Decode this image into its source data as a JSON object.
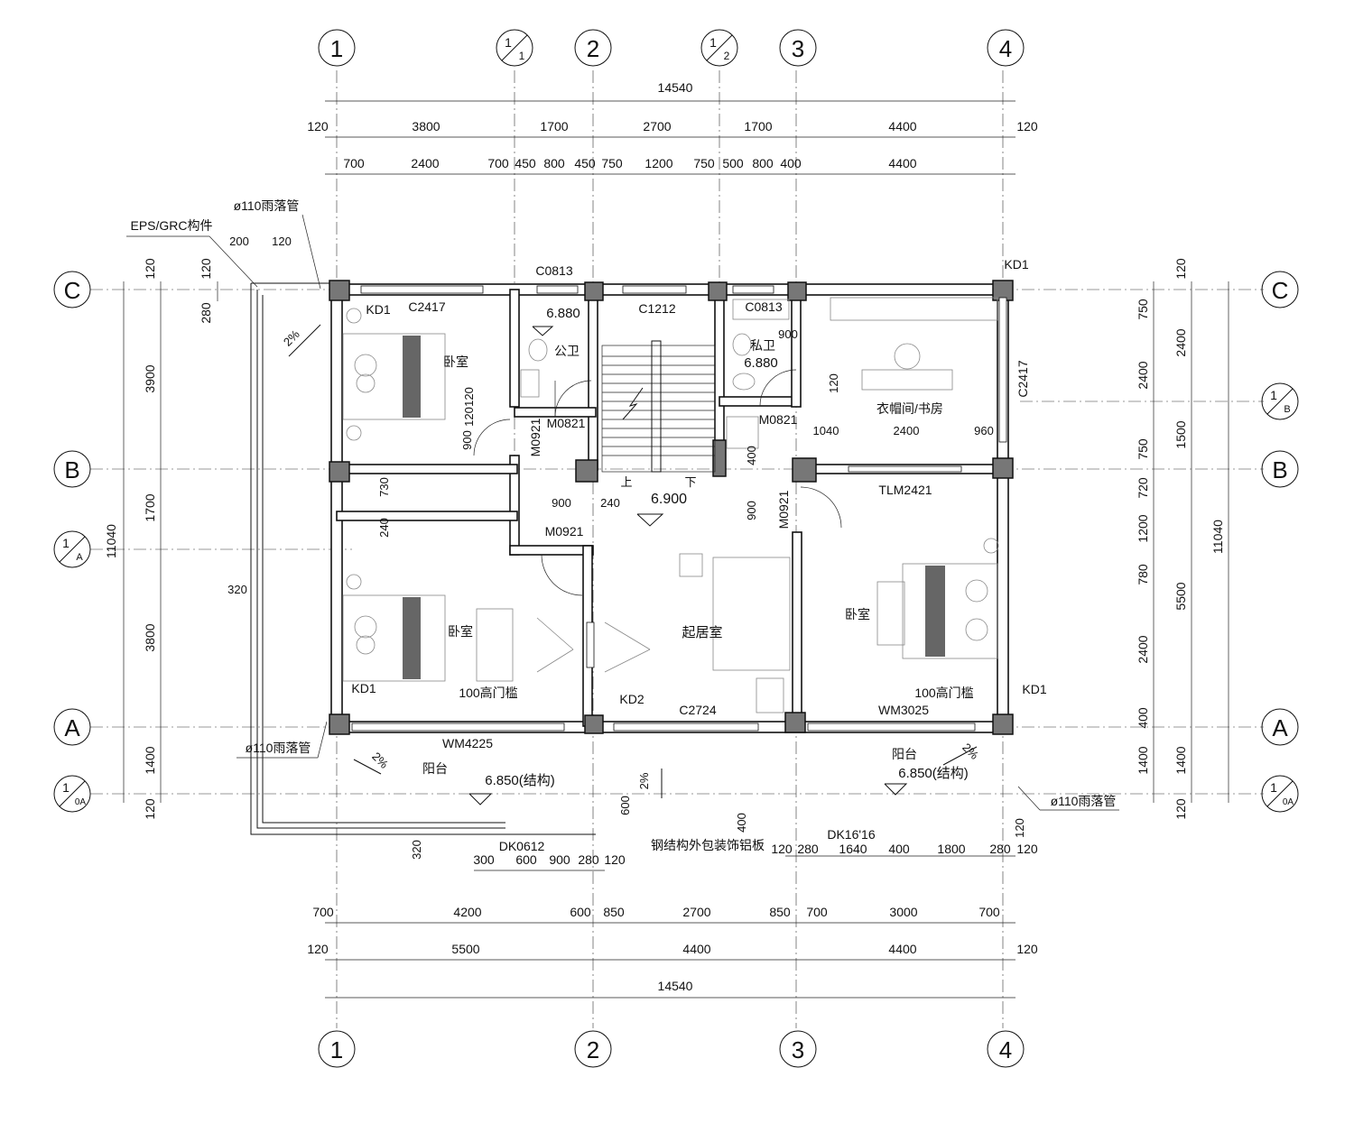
{
  "grid_axes": {
    "top": [
      {
        "label": "1",
        "sub": ""
      },
      {
        "label": "1",
        "sub": "1"
      },
      {
        "label": "2",
        "sub": ""
      },
      {
        "label": "1",
        "sub": "2"
      },
      {
        "label": "3",
        "sub": ""
      },
      {
        "label": "4",
        "sub": ""
      }
    ],
    "bottom": [
      "1",
      "2",
      "3",
      "4"
    ],
    "left": [
      {
        "label": "C",
        "sub": ""
      },
      {
        "label": "B",
        "sub": ""
      },
      {
        "label": "1",
        "sub": "A"
      },
      {
        "label": "A",
        "sub": ""
      },
      {
        "label": "1",
        "sub": "0A"
      }
    ],
    "right": [
      {
        "label": "C",
        "sub": ""
      },
      {
        "label": "1",
        "sub": "B"
      },
      {
        "label": "B",
        "sub": ""
      },
      {
        "label": "A",
        "sub": ""
      },
      {
        "label": "1",
        "sub": "0A"
      }
    ]
  },
  "dimensions": {
    "top_total": "14540",
    "top_row1": [
      "120",
      "3800",
      "1700",
      "2700",
      "1700",
      "4400",
      "120"
    ],
    "top_row2": [
      "700",
      "2400",
      "700",
      "450",
      "800",
      "450",
      "750",
      "1200",
      "750",
      "500",
      "800",
      "400",
      "4400"
    ],
    "bottom_row1": [
      "700",
      "4200",
      "600",
      "850",
      "2700",
      "850",
      "700",
      "3000",
      "700"
    ],
    "bottom_row2": [
      "120",
      "5500",
      "4400",
      "4400",
      "120"
    ],
    "bottom_total": "14540",
    "bottom_balcony_left": [
      "300",
      "600",
      "900",
      "280",
      "120"
    ],
    "bottom_balcony_right": [
      "120",
      "280",
      "1640",
      "400",
      "1800",
      "280",
      "120"
    ],
    "left_total": "11040",
    "left_row": [
      "120",
      "3900",
      "1700",
      "3800",
      "1400",
      "120"
    ],
    "left_small": [
      "120",
      "280"
    ],
    "right_total": "11040",
    "right_row1": [
      "120",
      "2400",
      "1500",
      "5500",
      "1400",
      "120"
    ],
    "right_row2": [
      "750",
      "2400",
      "750",
      "720",
      "1200",
      "780",
      "2400",
      "400",
      "1400"
    ],
    "misc": [
      "200",
      "120",
      "320",
      "320",
      "730",
      "240",
      "900",
      "120",
      "120",
      "900",
      "240",
      "900",
      "400",
      "900",
      "1040",
      "2400",
      "960",
      "600",
      "400",
      "120",
      "120"
    ]
  },
  "rooms": {
    "bedroom_nw": "卧室",
    "bedroom_sw": "卧室",
    "bedroom_e": "卧室",
    "public_wc": "公卫",
    "private_wc": "私卫",
    "living": "起居室",
    "closet_study": "衣帽间/书房",
    "balcony_left": "阳台",
    "balcony_right": "阳台"
  },
  "openings": {
    "c2417_top": "C2417",
    "c0813_a": "C0813",
    "c1212": "C1212",
    "c0813_b": "C0813",
    "c2417_right": "C2417",
    "m0821_a": "M0821",
    "m0921_a": "M0921",
    "m0921_b": "M0921",
    "m0821_b": "M0821",
    "m0921_c": "M0921",
    "tlm2421": "TLM2421",
    "c2724": "C2724",
    "wm4225": "WM4225",
    "wm3025": "WM3025",
    "kd1_a": "KD1",
    "kd1_b": "KD1",
    "kd1_c": "KD1",
    "kd1_d": "KD1",
    "kd2": "KD2",
    "dk0612": "DK0612",
    "dk1616": "DK16'16"
  },
  "levels": {
    "wc_public": "6.880",
    "wc_private": "6.880",
    "stair": "6.900",
    "balcony_left": "6.850(结构)",
    "balcony_right": "6.850(结构)"
  },
  "notes": {
    "downpipe_top": "ø110雨落管",
    "downpipe_left": "ø110雨落管",
    "downpipe_right": "ø110雨落管",
    "eps": "EPS/GRC构件",
    "sill_left": "100高门槛",
    "sill_right": "100高门槛",
    "steel": "钢结构外包装饰铝板",
    "stair_up": "上",
    "stair_down": "下",
    "slope_nw": "2%",
    "slope_bl": "2%",
    "slope_mid": "2%",
    "slope_br": "2%"
  }
}
